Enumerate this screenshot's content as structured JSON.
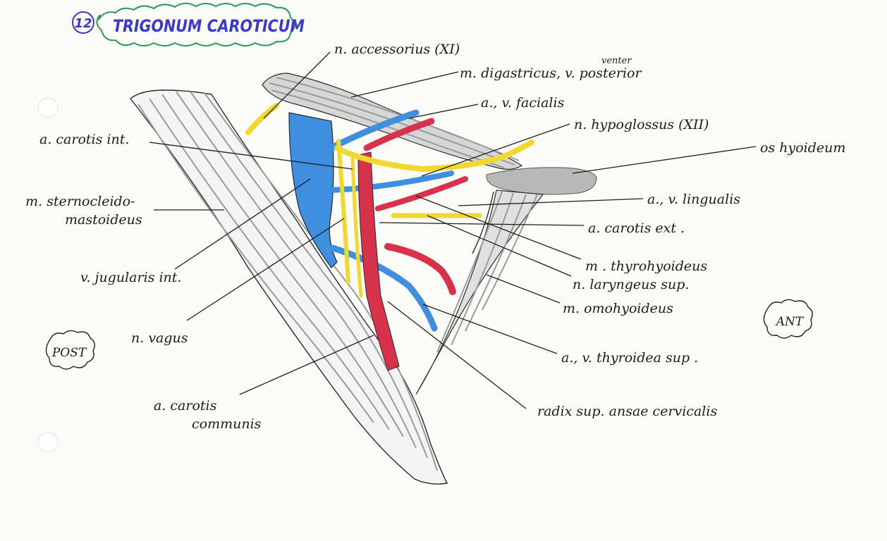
{
  "title": {
    "number": "12",
    "text": "TRIGONUM CAROTICUM"
  },
  "orientation": {
    "posterior": "POST",
    "anterior": "ANT"
  },
  "labels": {
    "n_accessorius": "n. accessorius (XI)",
    "digastricus_main": "m. digastricus, v. posterior",
    "digastricus_note": "venter",
    "facialis": "a., v. facialis",
    "hypoglossus": "n. hypoglossus (XII)",
    "carotis_int": "a. carotis int.",
    "os_hyoideum": "os hyoideum",
    "sternocleido_line1": "m. sternocleido-",
    "sternocleido_line2": "mastoideus",
    "lingualis": "a., v. lingualis",
    "carotis_ext": "a. carotis ext .",
    "jugularis_int": "v. jugularis int.",
    "thyrohyoideus": "m . thyrohyoideus",
    "laryngeus_sup": "n. laryngeus sup.",
    "omohyoideus": "m. omohyoideus",
    "vagus": "n. vagus",
    "thyroidea_sup": "a., v. thyroidea sup .",
    "carotis_comm_line1": "a. carotis",
    "carotis_comm_line2": "communis",
    "radix_sup": "radix sup. ansae cervicalis"
  },
  "colors": {
    "artery": "#d8324a",
    "vein": "#3f8fe0",
    "nerve": "#f1d830",
    "muscle": "#a9a9a9",
    "bone": "#b8b8b8",
    "title_ink": "#3a3ad0",
    "cloud_outline": "#2e9a55"
  }
}
